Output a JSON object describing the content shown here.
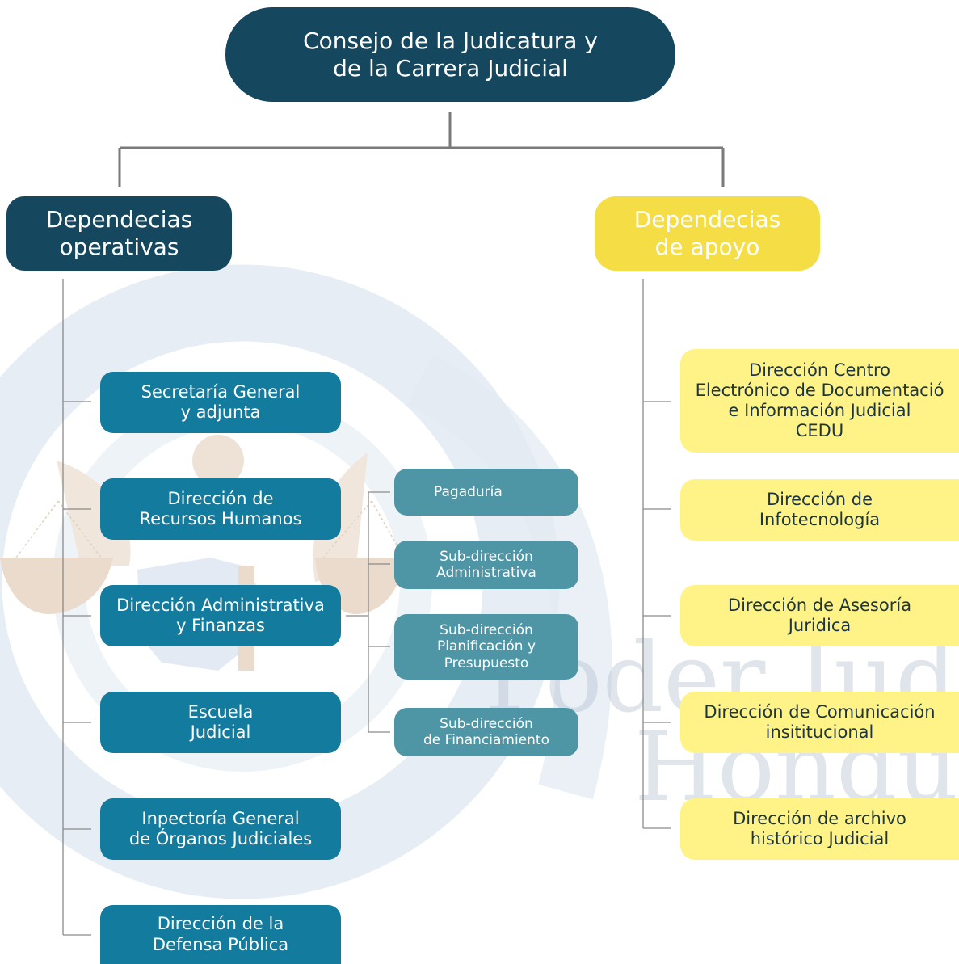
{
  "root": {
    "label": "Consejo de la Judicatura y\nde la Carrera Judicial"
  },
  "categories": {
    "operativas": "Dependecias\noperativas",
    "apoyo": "Dependecias\nde apoyo"
  },
  "operativas": [
    "Secretaría General\ny adjunta",
    "Dirección de\nRecursos Humanos",
    "Dirección Administrativa\ny Finanzas",
    "Escuela\nJudicial",
    "Inpectoría General\nde Órganos Judiciales",
    "Dirección de la\nDefensa Pública"
  ],
  "finanzas_subunits": [
    "Pagaduría",
    "Sub-dirección\nAdministrativa",
    "Sub-dirección\nPlanificación y\nPresupuesto",
    "Sub-dirección\nde Financiamiento"
  ],
  "apoyo": [
    "Dirección Centro\nElectrónico de Documentació\ne Información Judicial\nCEDU",
    "Dirección de\nInfotecnología",
    "Dirección de Asesoría\nJuridica",
    "Dirección de Comunicación\ninsititucional",
    "Dirección de archivo\nhistórico Judicial"
  ],
  "watermark": {
    "line1": "Poder Judicial",
    "line2": "Honduras"
  },
  "colors": {
    "dark": "#15475f",
    "operative": "#137b9d",
    "subunit": "#4e96a6",
    "yellow_category": "#f4dd45",
    "support": "#fff388",
    "connector": "#7a7a7a"
  }
}
